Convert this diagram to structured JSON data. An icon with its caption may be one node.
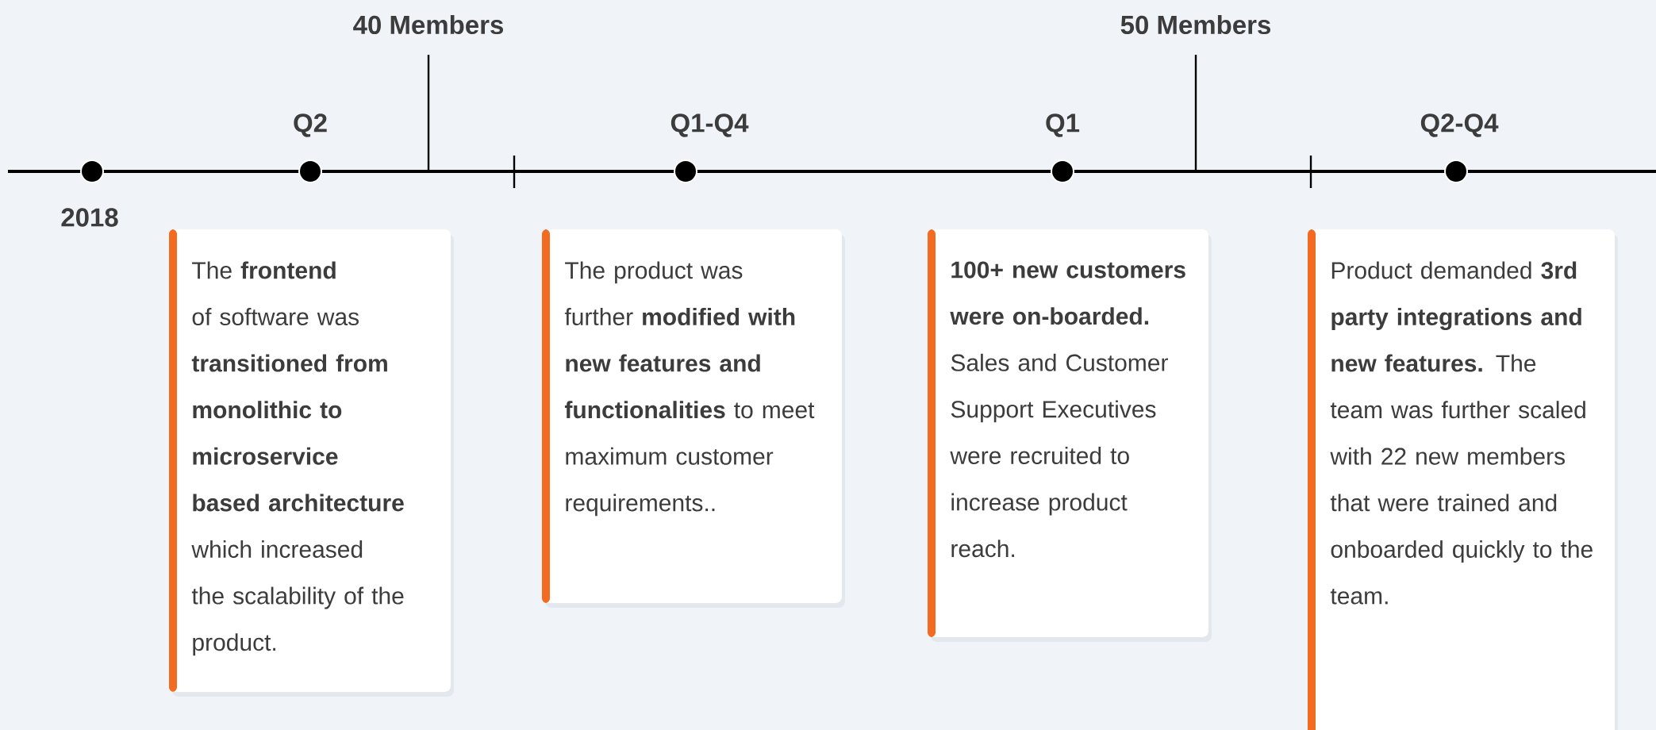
{
  "diagram": {
    "nodes": [
      {
        "text": [
          "The **frontend** of software was **transitioned from monolithic to microservice based architecture** which increased the scalability of the product."
        ]
      },
      {
        "text": [
          "The product was further **modified with new features and functionalities** to meet maximum customer requirements.."
        ]
      },
      {
        "text": [
          "**100+ new customers were on-boarded.** Sales and Customer Support Executives were recruited to increase product reach."
        ]
      },
      {
        "text": [
          "Product demanded **3rd party integrations and new features.** The team was further scaled with 22 new members that were trained and onboarded quickly to the team."
        ]
      }
    ],
    "labels": [
      "40 Members",
      "50 Members",
      "Q2",
      "Q1-Q4",
      "Q1",
      "Q2-Q4",
      "2018"
    ]
  }
}
